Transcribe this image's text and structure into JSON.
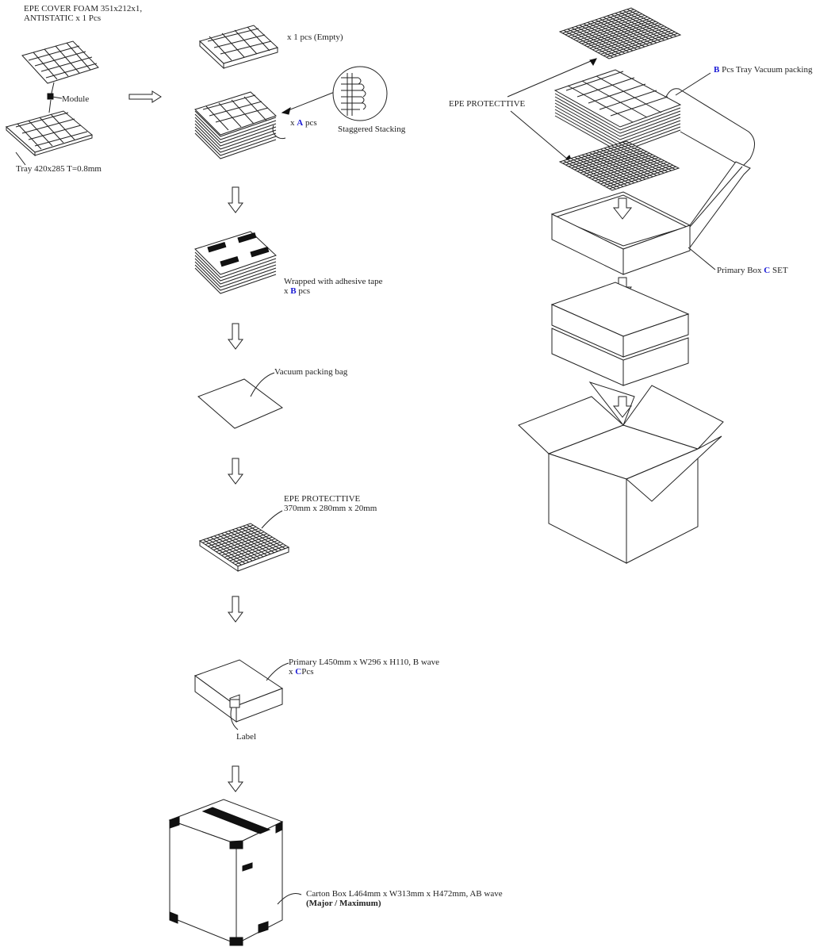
{
  "labels": {
    "foam_cover_line1": "EPE COVER FOAM 351x212x1,",
    "foam_cover_line2": "ANTISTATIC x 1 Pcs",
    "module": "Module",
    "tray": "Tray 420x285 T=0.8mm",
    "empty_tray": "x 1 pcs (Empty)",
    "stack_prefix": "x",
    "stack_var": "A",
    "stack_suffix": "pcs",
    "staggered": "Staggered Stacking",
    "wrapped_line1": "Wrapped with adhesive tape",
    "wrapped_prefix": "x",
    "wrapped_var": "B",
    "wrapped_suffix": "pcs",
    "vacuum_bag": "Vacuum packing bag",
    "epe_line1": "EPE PROTECTTIVE",
    "epe_line2": "370mm x 280mm x 20mm",
    "primary_line1": "Primary L450mm x W296 x H110, B wave",
    "primary_prefix": "x",
    "primary_var": "C",
    "primary_suffix": "Pcs",
    "label": "Label",
    "carton_line1": "Carton Box L464mm x W313mm x H472mm, AB wave",
    "carton_line2": "(Major / Maximum)",
    "epe_protective_right": "EPE PROTECTTIVE",
    "tray_vac_var": "B",
    "tray_vac_suffix": "Pcs Tray Vacuum packing",
    "primary_box_prefix": "Primary Box",
    "primary_box_var": "C",
    "primary_box_suffix": "SET"
  },
  "colors": {
    "variable": "#1a1ad6",
    "line": "#222222"
  }
}
